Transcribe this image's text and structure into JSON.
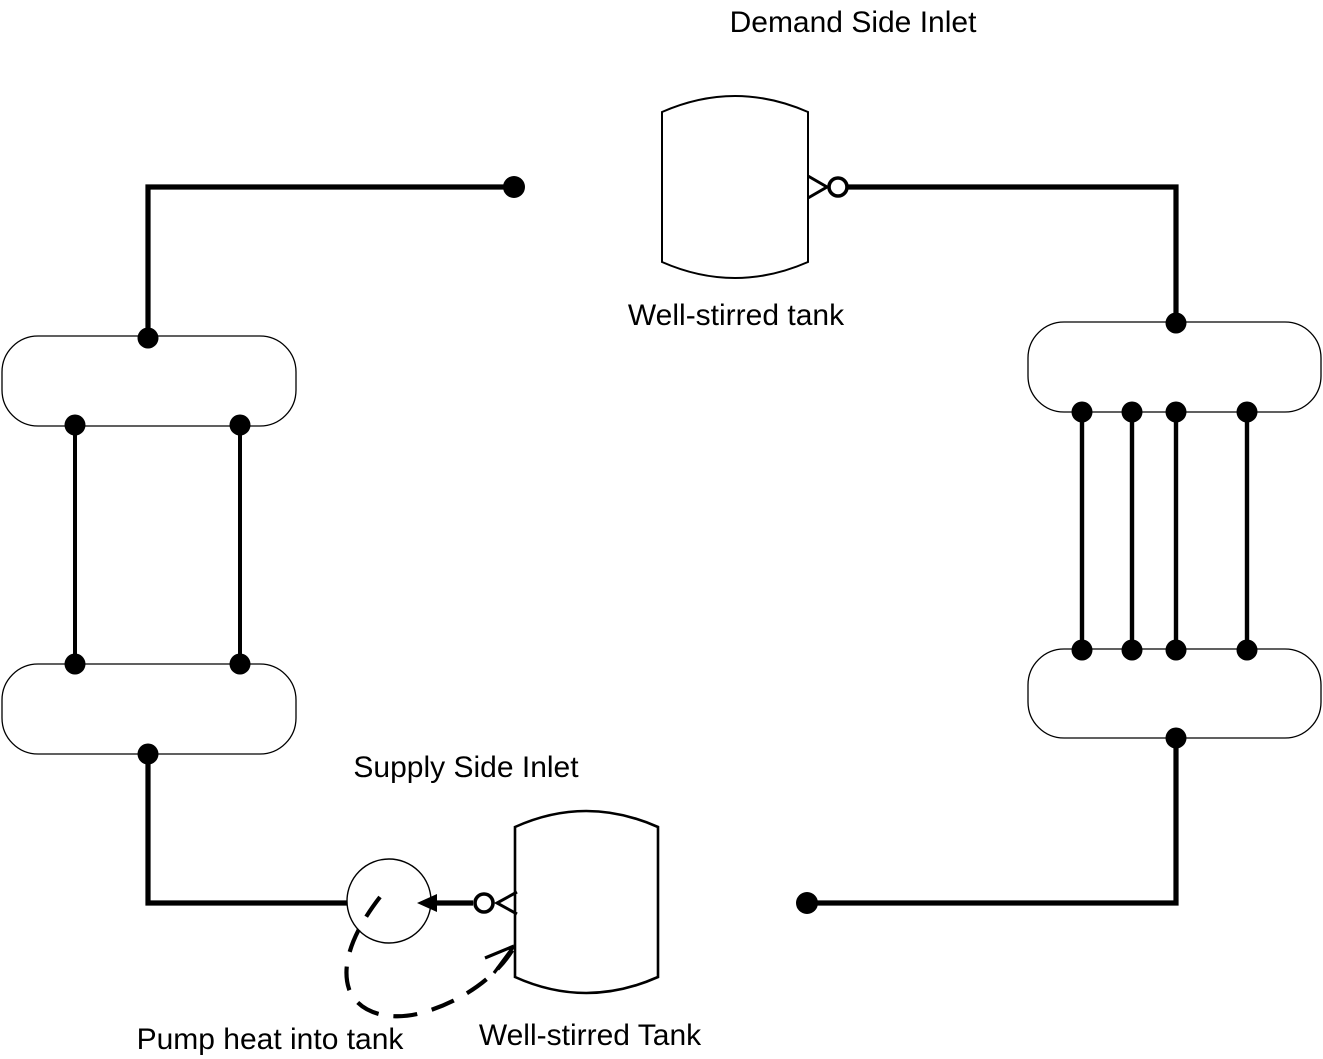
{
  "page": {
    "background": "#ffffff",
    "line_color": "#000000"
  },
  "labels": {
    "demand_side_inlet": "Demand Side Inlet",
    "demand_tank_caption": "Well-stirred tank",
    "supply_side_inlet": "Supply Side Inlet",
    "supply_tank_caption": "Well-stirred Tank",
    "pump_annotation": "Pump heat into tank"
  },
  "diagram": {
    "left_manifold_branch_count": 2,
    "right_manifold_branch_count": 4,
    "tank_count": 2,
    "pump_count": 1
  }
}
